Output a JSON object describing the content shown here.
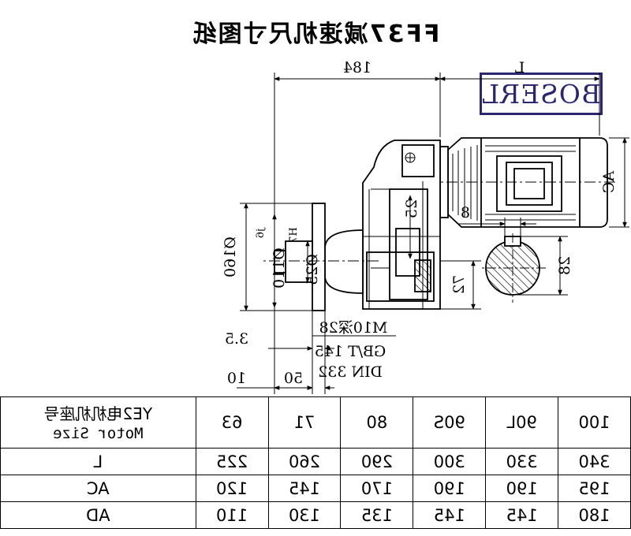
{
  "title": "FF37减速机尺寸图纸",
  "brand": "BOSERL",
  "dimensions": {
    "L": "L",
    "d184": "184",
    "AC": "AC",
    "d72": "72",
    "d25": "25",
    "d8": "8",
    "d28": "28",
    "d35": "3.5",
    "d10": "10",
    "d50": "50",
    "dia25": "Ø25",
    "tol25": "H7",
    "dia110": "Ø110",
    "tol110": "j6",
    "dia160": "Ø160",
    "note1": "M10深28",
    "note2": "GB/T 145",
    "note3": "DIN 332"
  },
  "table": {
    "header_label": "YE2电机机座号",
    "header_sub": "Motor Size",
    "sizes": [
      "63",
      "71",
      "80",
      "90S",
      "90L",
      "100"
    ],
    "rows": [
      {
        "label": "L",
        "values": [
          "225",
          "260",
          "290",
          "300",
          "330",
          "340"
        ]
      },
      {
        "label": "AC",
        "values": [
          "120",
          "145",
          "170",
          "190",
          "190",
          "195"
        ]
      },
      {
        "label": "AD",
        "values": [
          "110",
          "130",
          "135",
          "145",
          "145",
          "180"
        ]
      }
    ]
  }
}
